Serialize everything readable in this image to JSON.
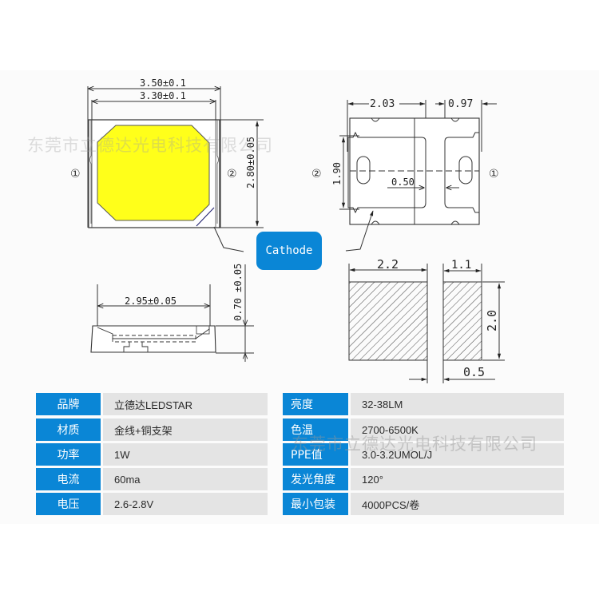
{
  "watermark": {
    "text": "东莞市立德达光电科技有限公司"
  },
  "top_view": {
    "dim_outer_width": "3.50±0.1",
    "dim_inner_width": "3.30±0.1",
    "dim_height": "2.80±0.05",
    "pin_left": "①",
    "pin_right": "②",
    "chip_color": "#ffff1a"
  },
  "bottom_view": {
    "dim_pad_a": "2.03",
    "dim_pad_b": "0.97",
    "dim_height": "1.90",
    "dim_gap": "0.50",
    "pin_left": "②",
    "pin_right": "①"
  },
  "callout": {
    "label": "Cathode",
    "color": "#0a86d6"
  },
  "side_view": {
    "dim_width": "2.95±0.05",
    "dim_height": "0.70 ±0.05"
  },
  "footprint": {
    "dim_pad_large": "2.2",
    "dim_pad_small": "1.1",
    "dim_height": "2.0",
    "dim_gap": "0.5"
  },
  "specs_left": [
    {
      "label": "品牌",
      "value": "立德达LEDSTAR"
    },
    {
      "label": "材质",
      "value": "金线+铜支架"
    },
    {
      "label": "功率",
      "value": "1W"
    },
    {
      "label": "电流",
      "value": "60ma"
    },
    {
      "label": "电压",
      "value": "2.6-2.8V"
    }
  ],
  "specs_right": [
    {
      "label": "亮度",
      "value": "32-38LM"
    },
    {
      "label": "色温",
      "value": "2700-6500K"
    },
    {
      "label": "PPE值",
      "value": "3.0-3.2UMOL/J"
    },
    {
      "label": "发光角度",
      "value": "120°"
    },
    {
      "label": "最小包装",
      "value": "4000PCS/卷"
    }
  ],
  "colors": {
    "accent": "#0a86d6",
    "value_bg": "#e4e4e4",
    "chip": "#ffff1a"
  }
}
